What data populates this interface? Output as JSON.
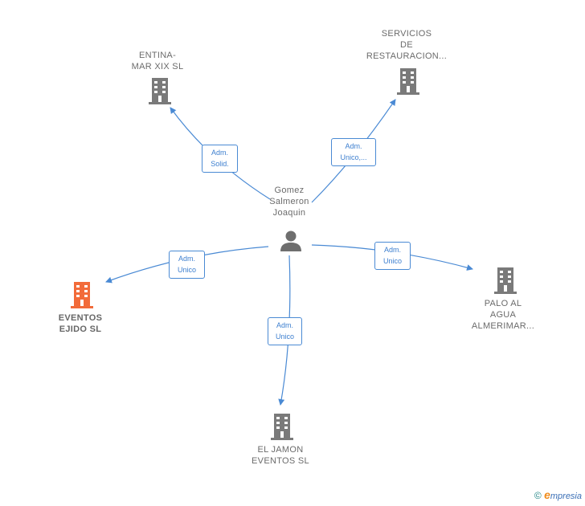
{
  "center": {
    "label_lines": [
      "Gomez",
      "Salmeron",
      "Joaquin"
    ]
  },
  "nodes": [
    {
      "id": "entina",
      "label_lines": [
        "ENTINA-",
        "MAR XIX  SL"
      ],
      "role_lines": [
        "Adm.",
        "Solid."
      ]
    },
    {
      "id": "servicios",
      "label_lines": [
        "SERVICIOS",
        "DE",
        "RESTAURACION..."
      ],
      "role_lines": [
        "Adm.",
        "Unico,..."
      ]
    },
    {
      "id": "eventos-ejido",
      "label_lines": [
        "EVENTOS",
        "EJIDO  SL"
      ],
      "role_lines": [
        "Adm.",
        "Unico"
      ]
    },
    {
      "id": "palo-al-agua",
      "label_lines": [
        "PALO AL",
        "AGUA",
        "ALMERIMAR..."
      ],
      "role_lines": [
        "Adm.",
        "Unico"
      ]
    },
    {
      "id": "el-jamon",
      "label_lines": [
        "EL JAMON",
        "EVENTOS  SL"
      ],
      "role_lines": [
        "Adm.",
        "Unico"
      ]
    }
  ],
  "colors": {
    "edge": "#4a8ad4",
    "company": "#7a7a7a",
    "highlight": "#f26b3a",
    "person": "#6e6e6e"
  },
  "footer": {
    "copyright": "©",
    "brand_e": "e",
    "brand_rest": "mpresia"
  }
}
